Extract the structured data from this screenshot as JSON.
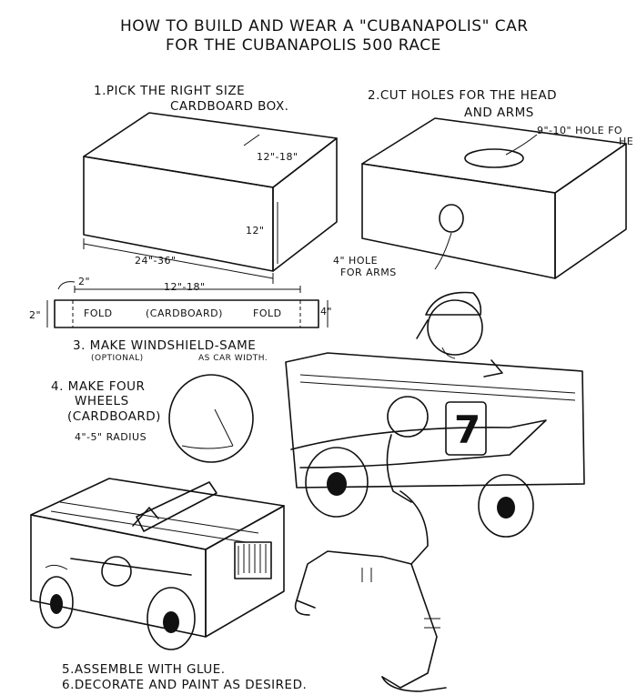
{
  "title": {
    "line1": "HOW TO BUILD AND WEAR A \"CUBANAPOLIS\" CAR",
    "line2": "FOR THE CUBANAPOLIS 500 RACE"
  },
  "steps": {
    "step1": {
      "line1": "1.PICK THE RIGHT SIZE",
      "line2": "CARDBOARD BOX."
    },
    "step2": {
      "line1": "2.CUT HOLES FOR THE HEAD",
      "line2": "AND ARMS"
    },
    "step3": {
      "line1": "3. MAKE WINDSHIELD-SAME",
      "optional": "(OPTIONAL)",
      "line2": "AS CAR WIDTH."
    },
    "step4": {
      "line1": "4. MAKE FOUR",
      "line2": "WHEELS",
      "line3": "(CARDBOARD)"
    },
    "step5": "5.ASSEMBLE WITH GLUE.",
    "step6": "6.DECORATE AND PAINT AS DESIRED."
  },
  "box_dims": {
    "depth": "12\"-18\"",
    "height": "12\"",
    "length": "24\"-36\""
  },
  "hole_labels": {
    "head_hole": "9\"-10\" HOLE FO",
    "head_hole_cont": "HE",
    "arm_hole_line1": "4\" HOLE",
    "arm_hole_line2": "FOR ARMS"
  },
  "windshield": {
    "side_dim": "2\"",
    "width_dim": "12\"-18\"",
    "left_dim": "2\"",
    "fold_left": "FOLD",
    "middle": "(CARDBOARD)",
    "fold_right": "FOLD",
    "height_dim": "4\""
  },
  "wheel": {
    "radius": "4\"-5\" RADIUS"
  },
  "car_number": "7",
  "colors": {
    "ink": "#111111",
    "paper": "#ffffff"
  }
}
